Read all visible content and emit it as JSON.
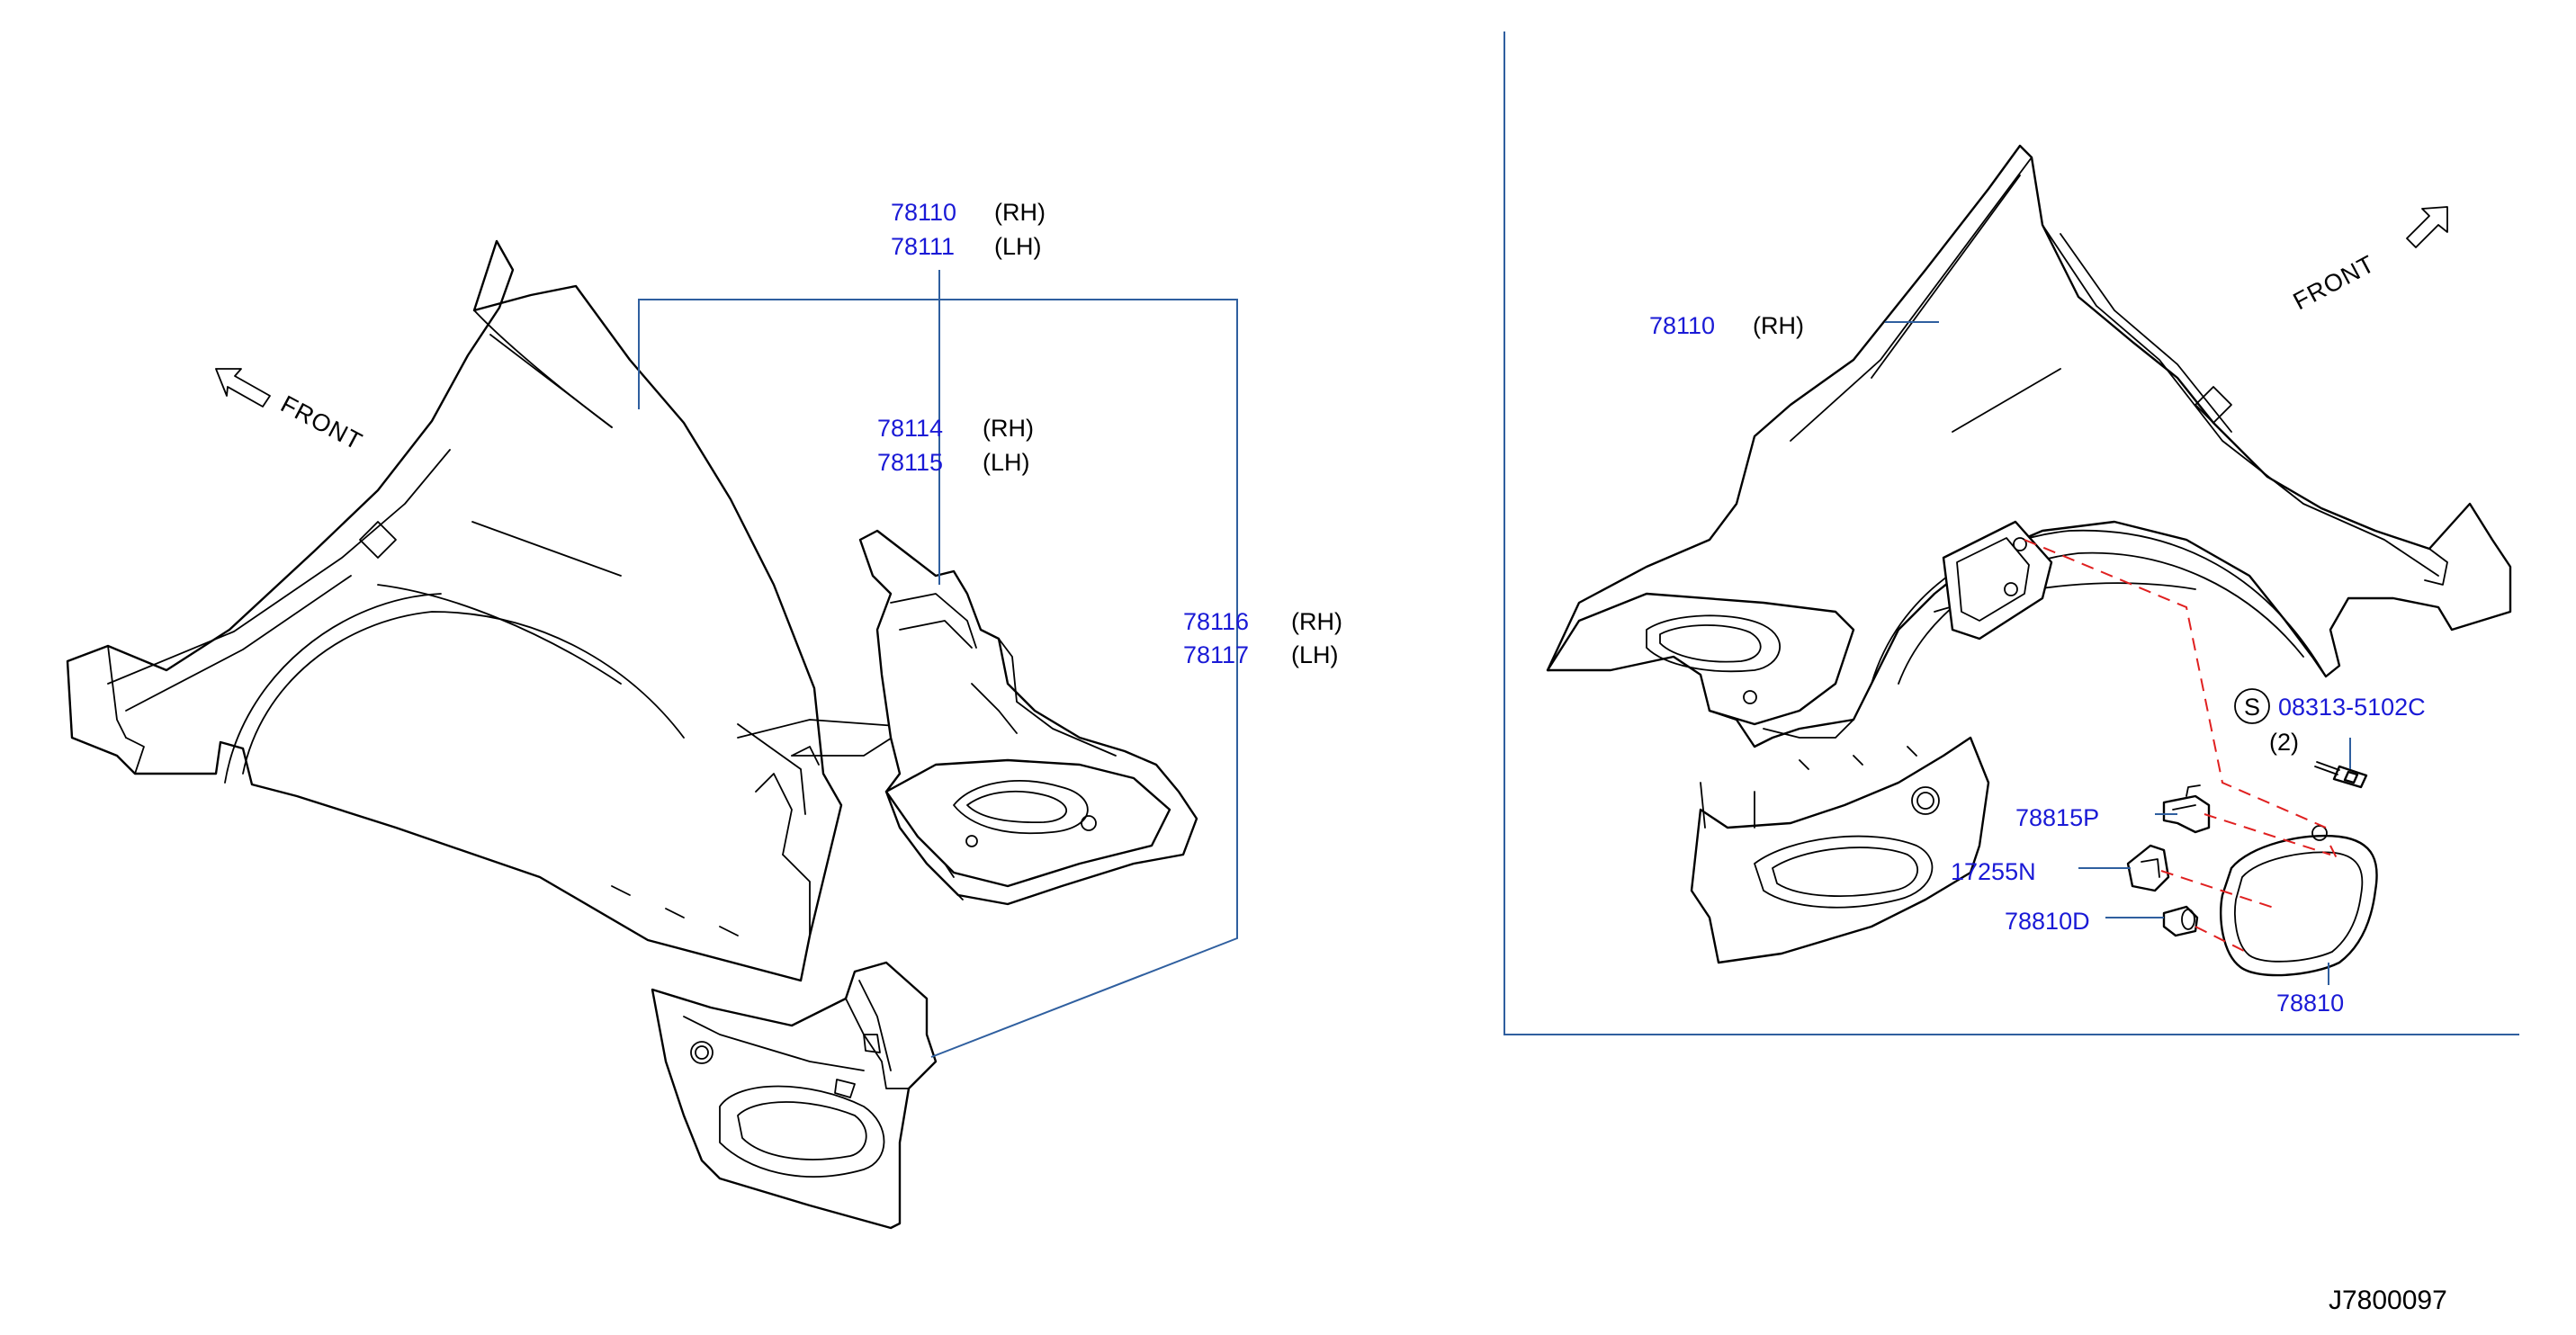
{
  "diagram_ref": "J7800097",
  "front_label": "FRONT",
  "callouts": {
    "left_78110": {
      "part": "78110",
      "suffix": "(RH)"
    },
    "left_78111": {
      "part": "78111",
      "suffix": "(LH)"
    },
    "left_78114": {
      "part": "78114",
      "suffix": "(RH)"
    },
    "left_78115": {
      "part": "78115",
      "suffix": "(LH)"
    },
    "left_78116": {
      "part": "78116",
      "suffix": "(RH)"
    },
    "left_78117": {
      "part": "78117",
      "suffix": "(LH)"
    },
    "right_78110": {
      "part": "78110",
      "suffix": "(RH)"
    },
    "screw_symbol": "S",
    "screw_part": "08313-5102C",
    "screw_qty": "(2)",
    "part_78815P": "78815P",
    "part_17255N": "17255N",
    "part_78810D": "78810D",
    "part_78810": "78810"
  },
  "colors": {
    "part_number": "#1a1ad6",
    "leader_line": "#2f5f9f",
    "dashed_guide": "#e02020"
  }
}
